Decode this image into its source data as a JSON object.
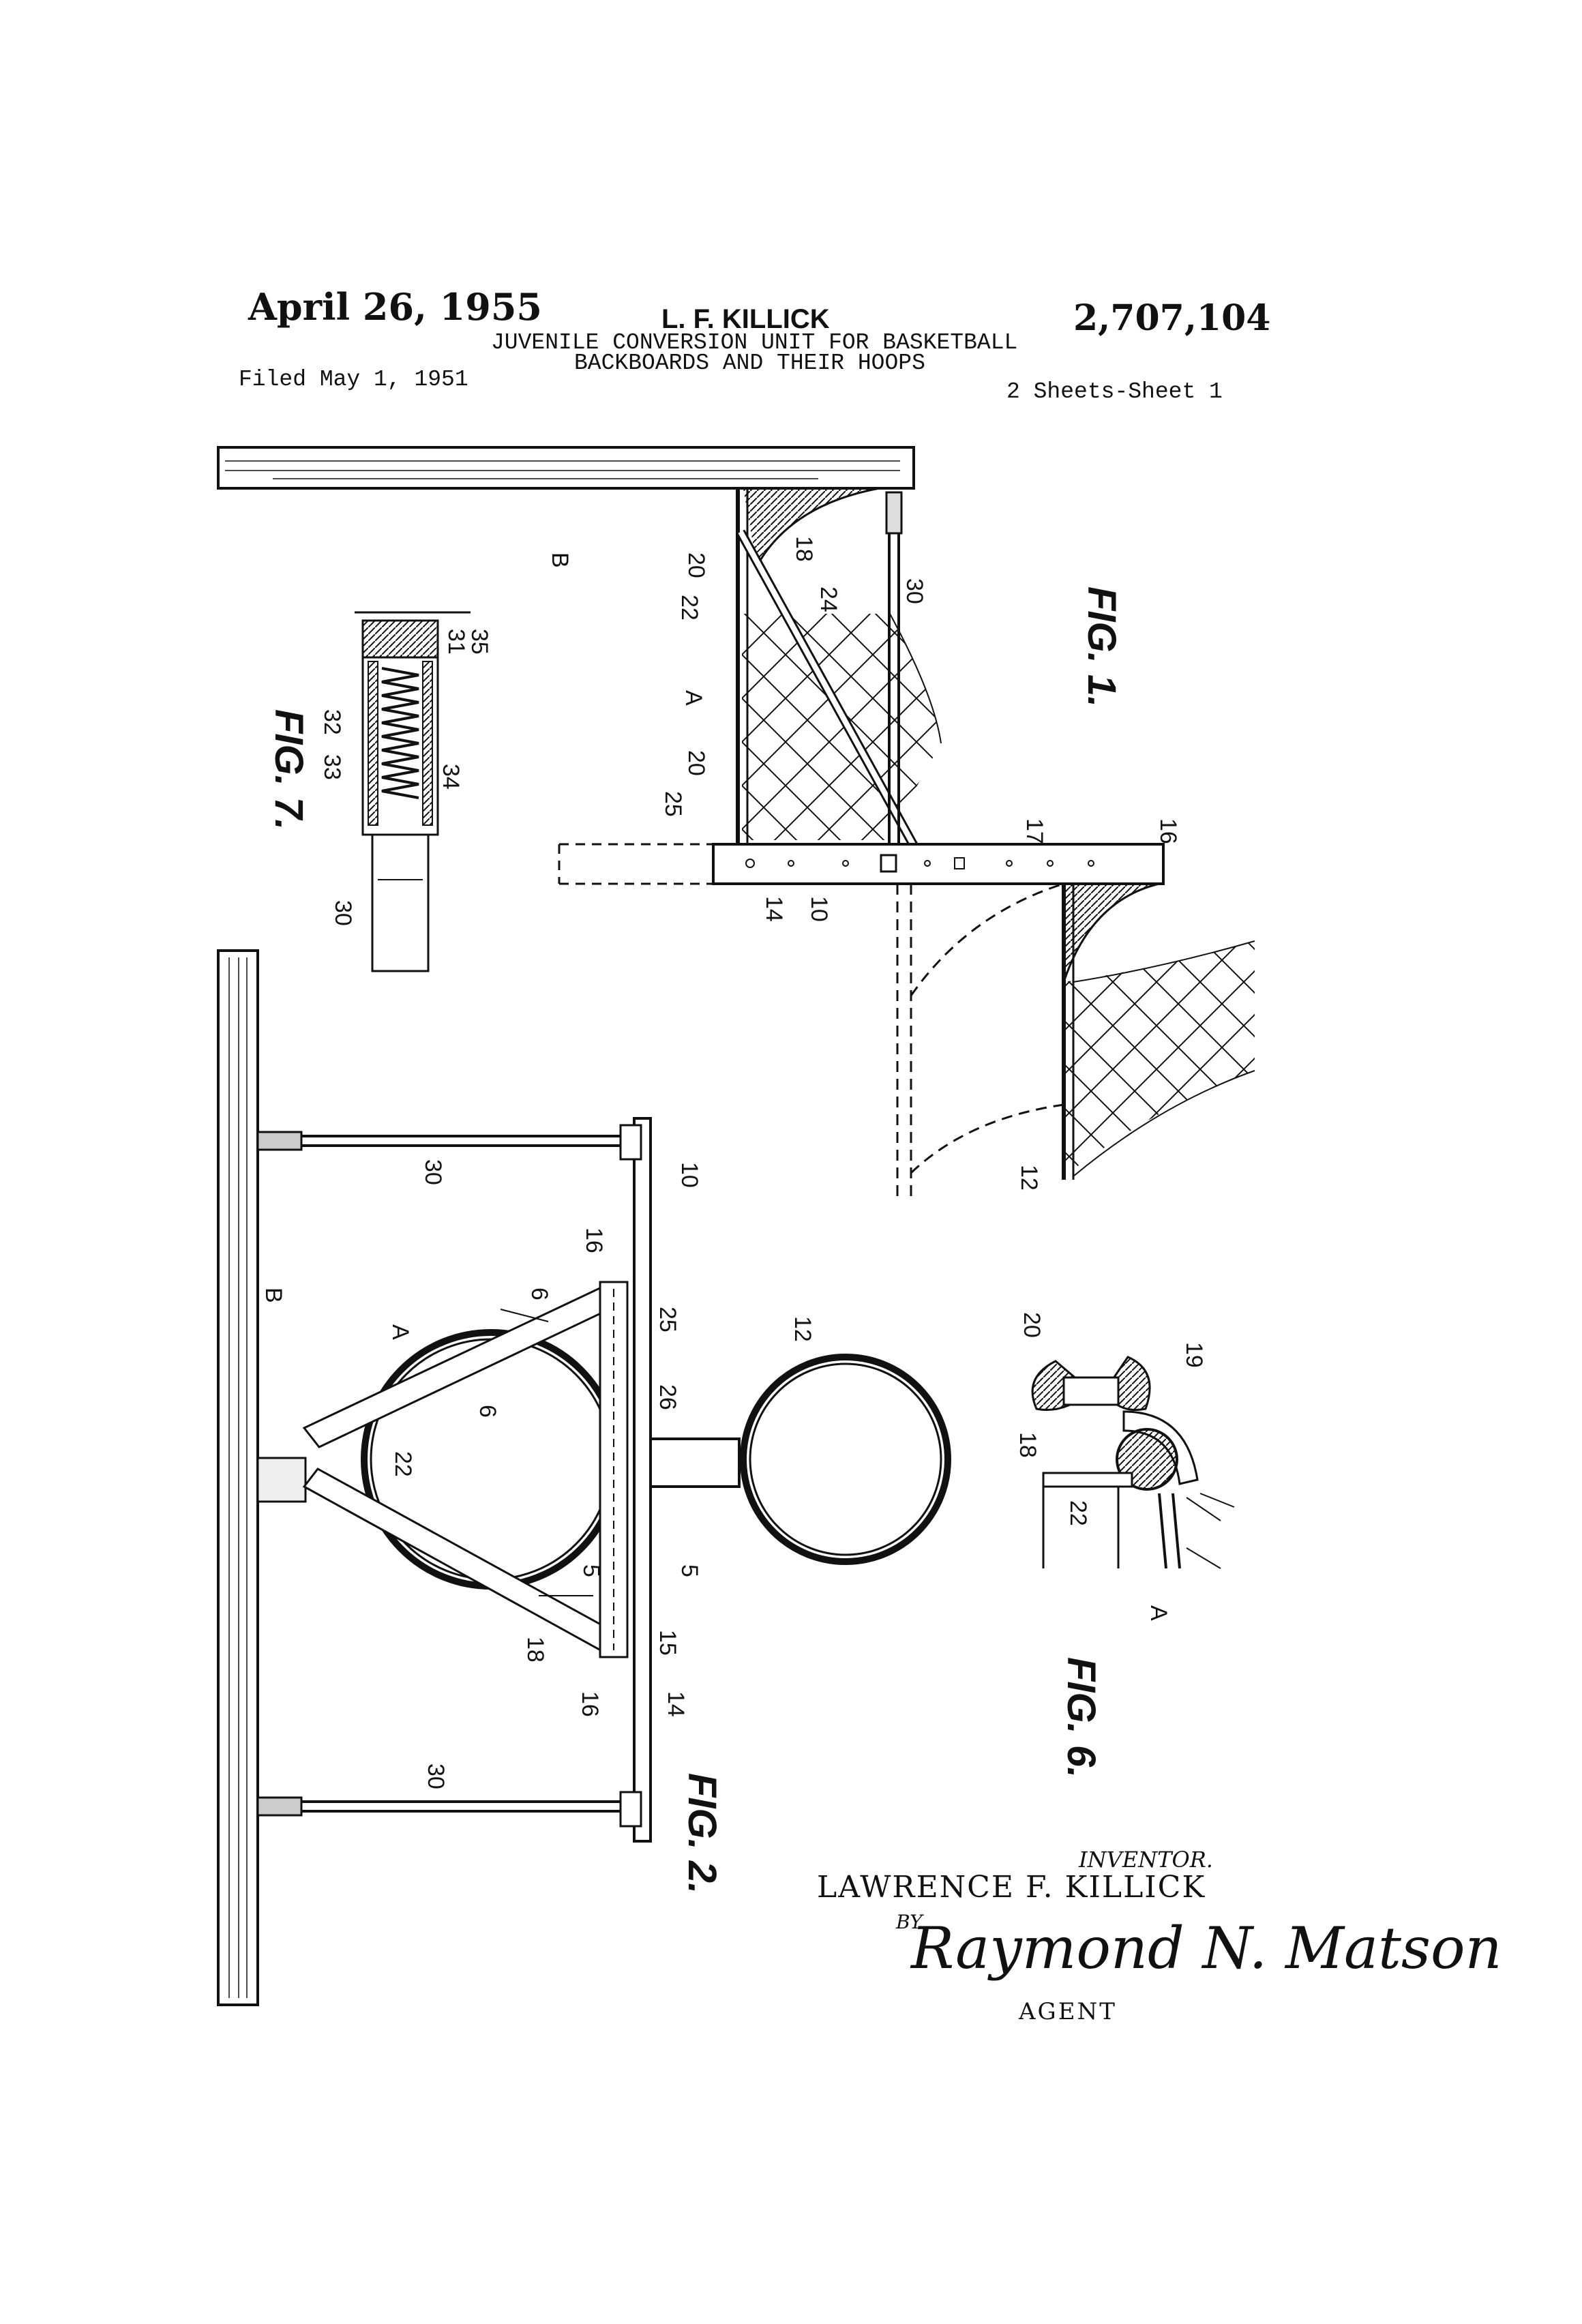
{
  "header": {
    "date": "April 26, 1955",
    "inventor": "L. F. KILLICK",
    "patent_number": "2,707,104",
    "title_line1": "JUVENILE CONVERSION UNIT FOR BASKETBALL",
    "title_line2": "BACKBOARDS AND THEIR HOOPS",
    "filed": "Filed May 1, 1951",
    "sheets": "2 Sheets-Sheet 1"
  },
  "figures": {
    "fig1": "FIG. 1.",
    "fig2": "FIG. 2.",
    "fig6": "FIG. 6.",
    "fig7": "FIG. 7."
  },
  "ref_numerals": {
    "fig1": [
      "B",
      "20",
      "18",
      "22",
      "24",
      "30",
      "A",
      "20",
      "25",
      "17",
      "16",
      "14",
      "10",
      "12"
    ],
    "fig7": [
      "31",
      "35",
      "32",
      "33",
      "34",
      "30"
    ],
    "fig2": [
      "30",
      "10",
      "B",
      "16",
      "6",
      "A",
      "25",
      "26",
      "12",
      "22",
      "5",
      "5",
      "15",
      "6",
      "18",
      "16",
      "14",
      "30"
    ],
    "fig6": [
      "20",
      "19",
      "18",
      "22",
      "A"
    ]
  },
  "signature_block": {
    "label": "INVENTOR.",
    "name": "LAWRENCE F. KILLICK",
    "by": "BY",
    "signature": "Raymond N. Matson",
    "role": "AGENT"
  }
}
